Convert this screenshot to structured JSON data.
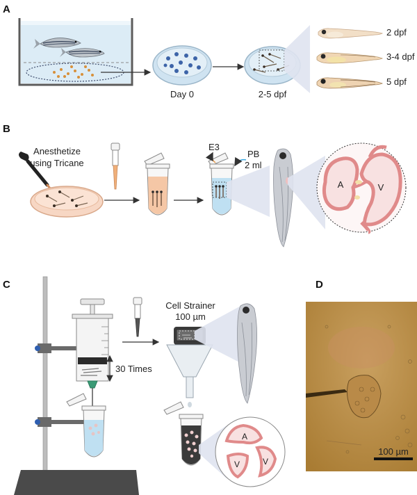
{
  "panels": {
    "a": {
      "label": "A",
      "day0": "Day 0",
      "dpf25": "2-5 dpf",
      "stage1": "2 dpf",
      "stage2": "3-4 dpf",
      "stage3": "5 dpf"
    },
    "b": {
      "label": "B",
      "anesthetize_line1": "Anesthetize",
      "anesthetize_line2": "using Tricane",
      "e3": "E3",
      "pb_line1": "PB",
      "pb_line2": "2 ml",
      "atrium": "A",
      "ventricle": "V"
    },
    "c": {
      "label": "C",
      "strainer_line1": "Cell Strainer",
      "strainer_line2": "100 µm",
      "times": "30 Times",
      "atrium": "A",
      "ventricle_left": "V",
      "ventricle_right": "V"
    },
    "d": {
      "label": "D",
      "scale_bar": "100 µm"
    }
  },
  "colors": {
    "water": "#dcecf6",
    "tank_edge": "#5b5b5b",
    "dish_blue": "#cfe3f1",
    "dish_orange": "#f7d7c4",
    "heart_pink": "#f3c6c6",
    "heart_dot": "#e58f8f",
    "micrograph": "#b58a3c",
    "arrow": "#333333"
  }
}
